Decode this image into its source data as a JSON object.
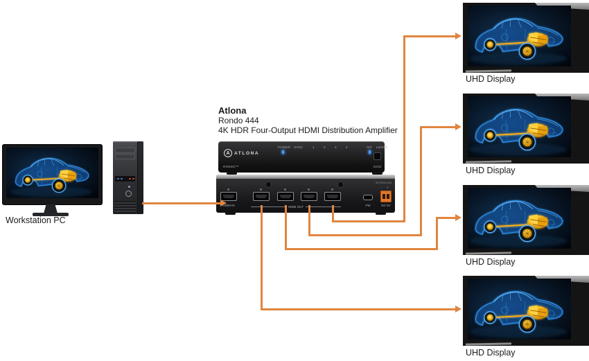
{
  "diagram": {
    "accent_color": "#e1853f",
    "workstation": {
      "label": "Workstation PC"
    },
    "amplifier": {
      "brand": "Atlona",
      "model": "Rondo 444",
      "description": "4K HDR Four-Output HDMI Distribution Amplifier",
      "front": {
        "logo_letter": "A",
        "logo_text": "ATLONA",
        "power_label": "POWER",
        "sync_label": "SYNC",
        "channels": [
          "1",
          "2",
          "3",
          "4"
        ],
        "int_label": "INT",
        "learn_label": "LEARN",
        "edid_label": "EDID",
        "rondo_label": "RONDO™"
      },
      "rear": {
        "model_tag": "AT-RON-444",
        "hdmi_in_label": "HDMI IN",
        "hdmi_out_label": "HDMI OUT",
        "fw_label": "FW",
        "dc_label": "DC 5V",
        "dc_polarity": "- +"
      }
    },
    "displays": [
      {
        "label": "UHD Display"
      },
      {
        "label": "UHD Display"
      },
      {
        "label": "UHD Display"
      },
      {
        "label": "UHD Display"
      }
    ]
  }
}
